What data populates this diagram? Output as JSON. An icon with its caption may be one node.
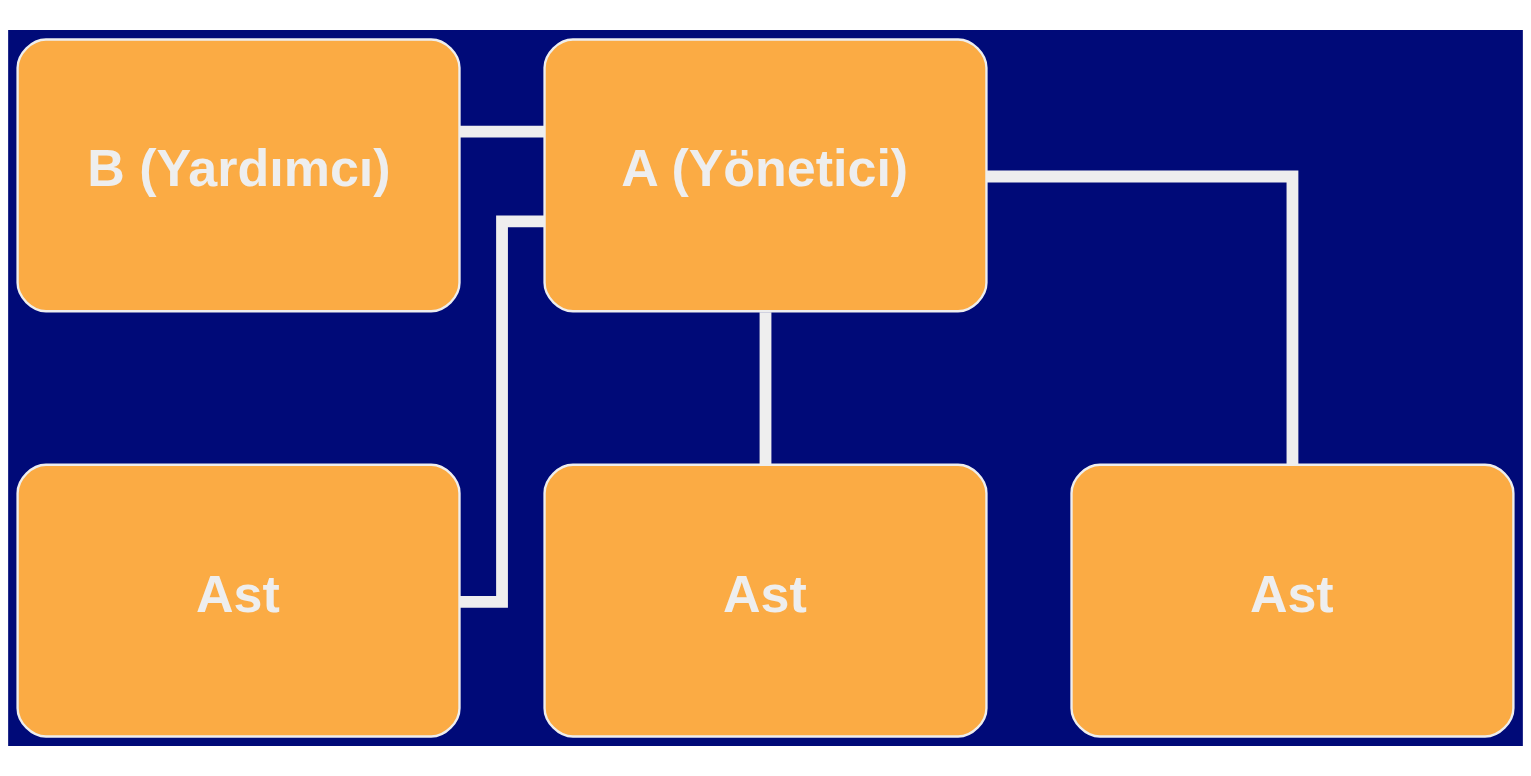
{
  "diagram": {
    "nodes": [
      {
        "text": [
          "A (Yönetici)"
        ]
      },
      {
        "text": [
          "B (Yardımcı)"
        ]
      },
      {
        "text": [
          "Ast"
        ]
      },
      {
        "text": [
          "Ast"
        ]
      },
      {
        "text": [
          "Ast"
        ]
      }
    ],
    "edges": [
      {
        "from": 1,
        "to": 0,
        "arrow": "none"
      },
      {
        "from": 0,
        "to": 2,
        "arrow": "none"
      },
      {
        "from": 0,
        "to": 3,
        "arrow": "none"
      },
      {
        "from": 0,
        "to": 4,
        "arrow": "none"
      }
    ]
  }
}
